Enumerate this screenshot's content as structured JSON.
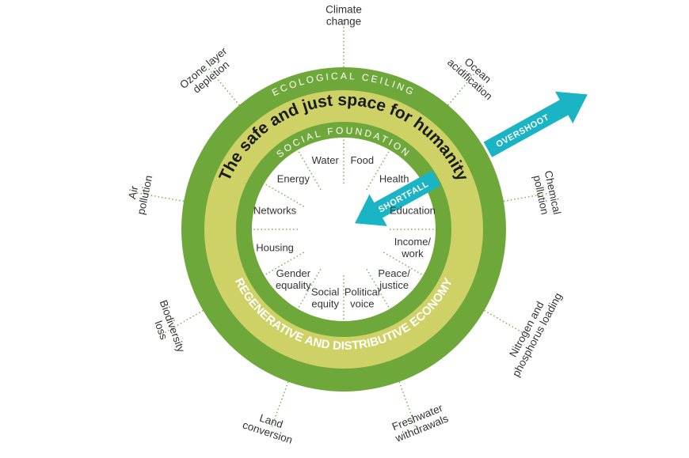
{
  "colors": {
    "outer_ring": "#6fa83a",
    "middle_ring": "#cdd166",
    "inner_ring": "#6fa83a",
    "arrow": "#1ab4c4",
    "spoke": "#7fb04a"
  },
  "ring_titles": {
    "ecological_ceiling": "ECOLOGICAL CEILING",
    "social_foundation": "SOCIAL FOUNDATION",
    "safe_space": "The safe and just space for humanity",
    "economy": "REGENERATIVE AND DISTRIBUTIVE ECONOMY"
  },
  "arrows": {
    "overshoot": "OVERSHOOT",
    "shortfall": "SHORTFALL"
  },
  "ecological_ceiling": [
    {
      "lines": [
        "Climate",
        "change"
      ]
    },
    {
      "lines": [
        "Ocean",
        "acidification"
      ]
    },
    {
      "lines": [
        "Chemical",
        "pollution"
      ]
    },
    {
      "lines": [
        "Nitrogen and",
        "phosphorus loading"
      ]
    },
    {
      "lines": [
        "Freshwater",
        "withdrawals"
      ]
    },
    {
      "lines": [
        "Land",
        "conversion"
      ]
    },
    {
      "lines": [
        "Biodiversity",
        "loss"
      ]
    },
    {
      "lines": [
        "Air",
        "pollution"
      ]
    },
    {
      "lines": [
        "Ozone layer",
        "depletion"
      ]
    }
  ],
  "social_foundation": [
    {
      "lines": [
        "Food"
      ]
    },
    {
      "lines": [
        "Health"
      ]
    },
    {
      "lines": [
        "Education"
      ]
    },
    {
      "lines": [
        "Income/",
        "work"
      ]
    },
    {
      "lines": [
        "Peace/",
        "justice"
      ]
    },
    {
      "lines": [
        "Political",
        "voice"
      ]
    },
    {
      "lines": [
        "Social",
        "equity"
      ]
    },
    {
      "lines": [
        "Gender",
        "equality"
      ]
    },
    {
      "lines": [
        "Housing"
      ]
    },
    {
      "lines": [
        "Networks"
      ]
    },
    {
      "lines": [
        "Energy"
      ]
    },
    {
      "lines": [
        "Water"
      ]
    }
  ]
}
